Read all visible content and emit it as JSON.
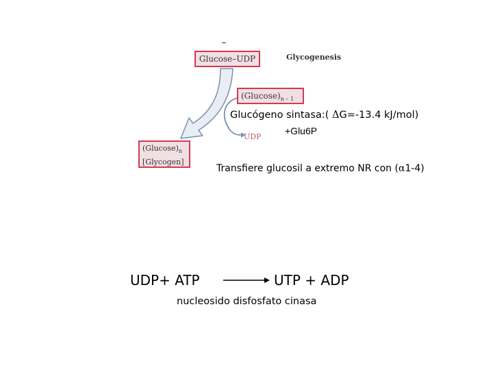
{
  "diagram": {
    "boxes": {
      "glucose_udp": "Glucose–UDP",
      "glucose_n1_main": "(Glucose)",
      "glucose_n1_sub": "n – 1",
      "glucose_n_main": "(Glucose)",
      "glucose_n_sub": "n",
      "glycogen": "[Glycogen]"
    },
    "glycogenesis_label": "Glycogenesis",
    "synthase": {
      "prefix": "Glucógeno sintasa:( ",
      "delta": "Δ",
      "rest": "G=-13.4 kJ/mol)"
    },
    "udp_small": "UDP",
    "glu6p": "+Glu6P",
    "transfer": {
      "prefix": "Transfiere glucosil a extremo NR con (",
      "alpha": "α",
      "rest": "1-4)"
    },
    "reaction": {
      "left": "UDP+ ATP",
      "right": "UTP + ADP"
    },
    "enzyme": "nucleosido disfosfato cinasa",
    "colors": {
      "box_border": "#d23a55",
      "box_fill": "#f2dfe3",
      "arrow_fill": "#e9eef5",
      "arrow_stroke": "#7a8fb3",
      "udp_text": "#c55a6b"
    }
  }
}
